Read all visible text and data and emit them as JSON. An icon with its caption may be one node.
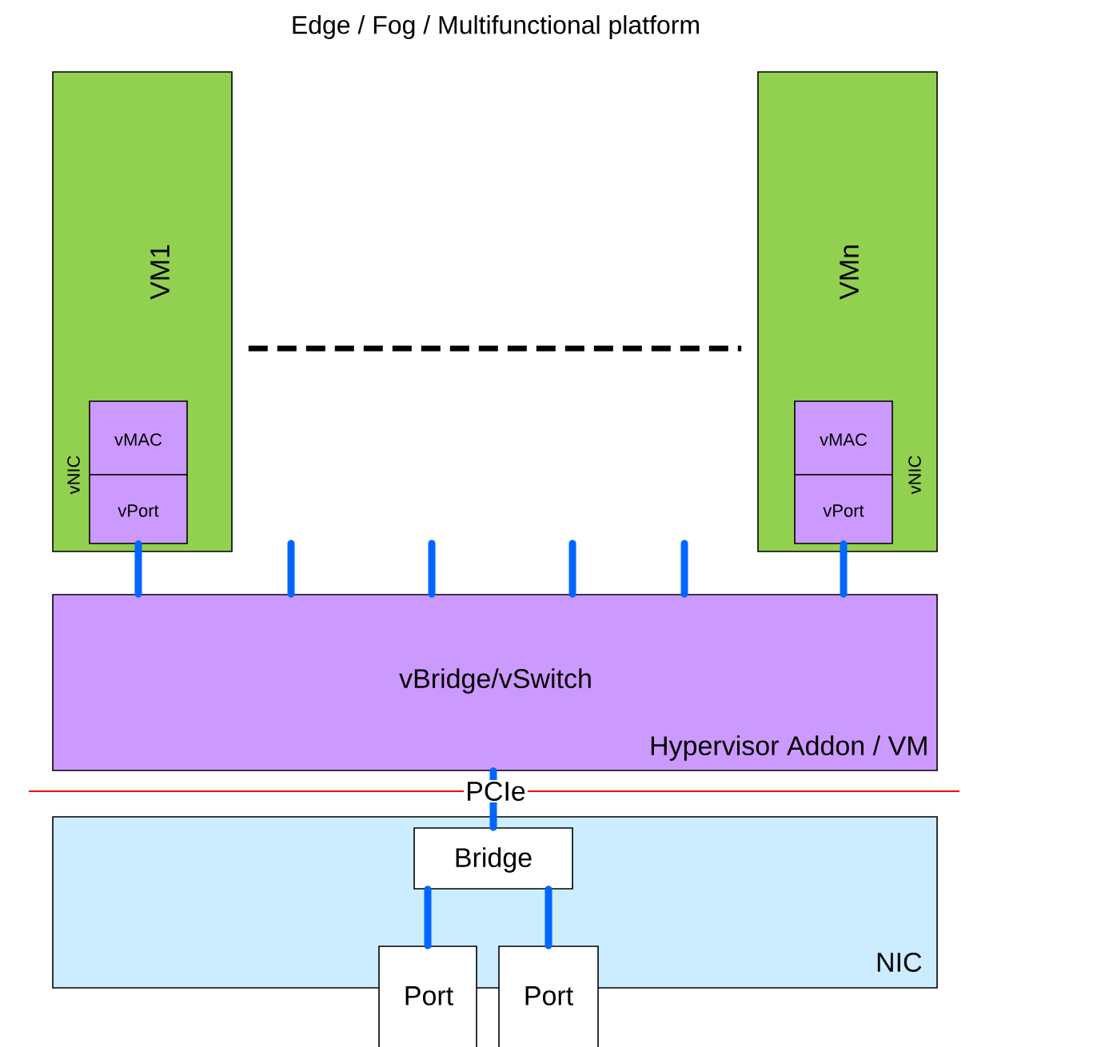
{
  "diagram": {
    "title": "Edge / Fog / Multifunctional platform",
    "nodes": [
      {
        "text": [
          "VM1",
          "vNIC"
        ]
      },
      {
        "text": [
          "vMAC"
        ],
        "in": 0
      },
      {
        "text": [
          "vPort"
        ],
        "in": 0
      },
      {
        "text": [
          "VMn",
          "vNIC"
        ]
      },
      {
        "text": [
          "vMAC"
        ],
        "in": 3
      },
      {
        "text": [
          "vPort"
        ],
        "in": 3
      },
      {
        "text": [
          "vBridge/vSwitch",
          "Hypervisor Addon / VM"
        ]
      },
      {
        "text": [
          "NIC"
        ]
      },
      {
        "text": [
          "Bridge"
        ],
        "in": 7
      },
      {
        "text": [
          "Port"
        ]
      },
      {
        "text": [
          "Port"
        ]
      }
    ],
    "edges": [
      {
        "from": 0,
        "to": 3,
        "arrow": "none",
        "style": "dashed",
        "color": "#000000"
      },
      {
        "from": 2,
        "to": 6,
        "arrow": "none"
      },
      {
        "from": null,
        "to": 6,
        "arrow": "none"
      },
      {
        "from": null,
        "to": 6,
        "arrow": "none"
      },
      {
        "from": null,
        "to": 6,
        "arrow": "none"
      },
      {
        "from": null,
        "to": 6,
        "arrow": "none"
      },
      {
        "from": 5,
        "to": 6,
        "arrow": "none"
      },
      {
        "from": 8,
        "to": 6,
        "arrow": "none"
      },
      {
        "from": 8,
        "to": 9,
        "arrow": "none"
      },
      {
        "from": 8,
        "to": 10,
        "arrow": "none"
      }
    ],
    "labels": [
      "PCIe"
    ]
  }
}
